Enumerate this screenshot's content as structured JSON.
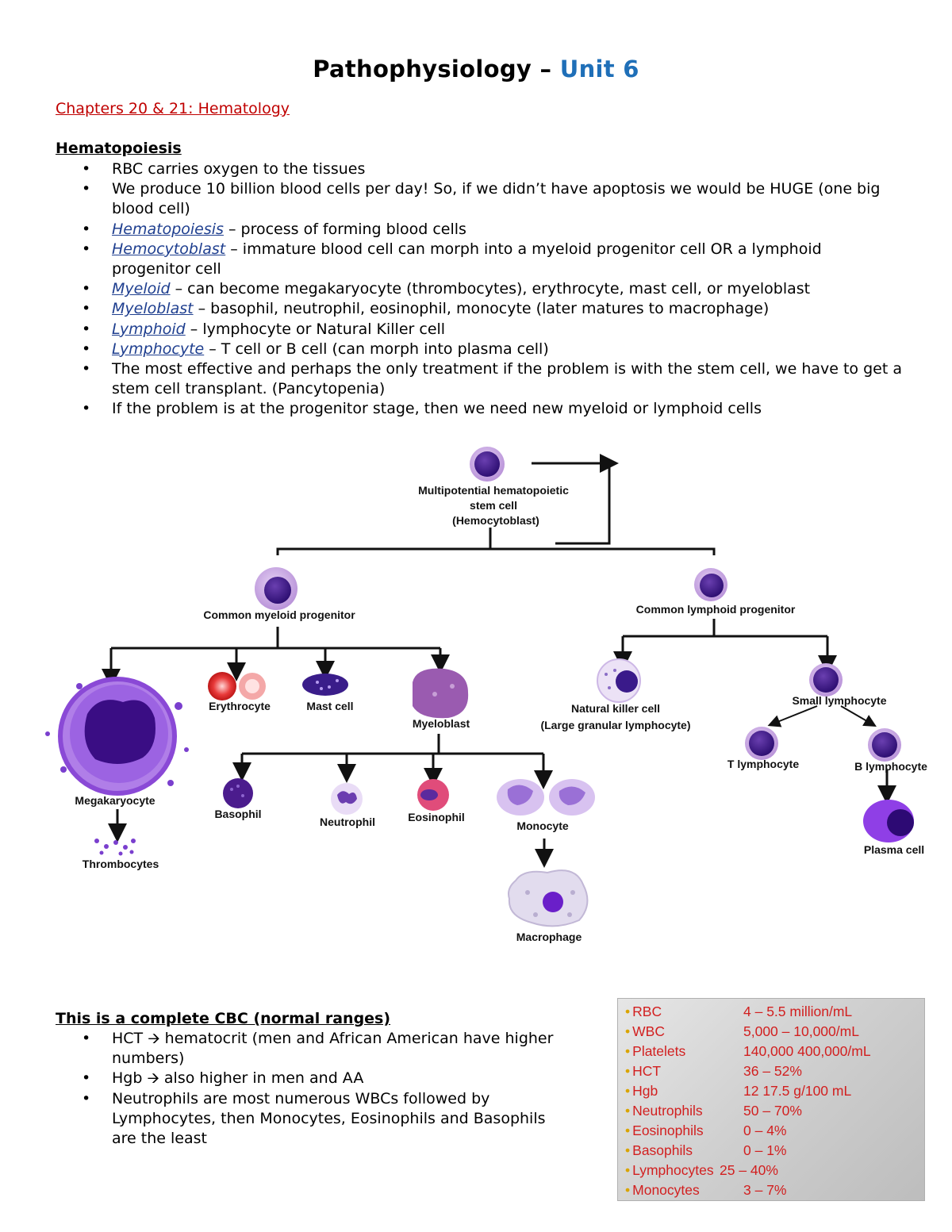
{
  "title": {
    "main": "Pathophysiology – ",
    "unit": "Unit 6"
  },
  "chapter": "Chapters 20 & 21: Hematology",
  "hematopoiesis": {
    "heading": "Hematopoiesis",
    "bullets": [
      {
        "term": "",
        "text": "RBC carries oxygen to the tissues"
      },
      {
        "term": "",
        "text": "We produce 10 billion blood cells per day! So, if we didn’t have apoptosis we would be HUGE (one big blood cell)"
      },
      {
        "term": "Hematopoiesis",
        "text": " – process of forming blood cells"
      },
      {
        "term": "Hemocytoblast",
        "text": " – immature blood cell can morph into a myeloid progenitor cell OR a lymphoid progenitor cell"
      },
      {
        "term": "Myeloid",
        "text": " – can become megakaryocyte (thrombocytes), erythrocyte, mast cell, or myeloblast"
      },
      {
        "term": "Myeloblast",
        "text": " – basophil, neutrophil, eosinophil, monocyte (later matures to macrophage)"
      },
      {
        "term": "Lymphoid",
        "text": " – lymphocyte or Natural Killer cell"
      },
      {
        "term": "Lymphocyte",
        "text": " – T cell or B cell (can morph into plasma cell)"
      },
      {
        "term": "",
        "text": "The most effective and perhaps the only treatment if the problem is with the stem cell, we have to get a stem cell transplant. (Pancytopenia)"
      },
      {
        "term": "",
        "text": "If the problem is at the progenitor stage, then we need new myeloid or lymphoid cells"
      }
    ]
  },
  "diagram": {
    "stem": [
      "Multipotential hematopoietic",
      "stem cell",
      "(Hemocytoblast)"
    ],
    "myeloid_progenitor": "Common myeloid progenitor",
    "lymphoid_progenitor": "Common lymphoid progenitor",
    "megakaryocyte": "Megakaryocyte",
    "thrombocytes": "Thrombocytes",
    "erythrocyte": "Erythrocyte",
    "mast_cell": "Mast cell",
    "myeloblast": "Myeloblast",
    "basophil": "Basophil",
    "neutrophil": "Neutrophil",
    "eosinophil": "Eosinophil",
    "monocyte": "Monocyte",
    "macrophage": "Macrophage",
    "nk_cell": [
      "Natural killer cell",
      "(Large granular lymphocyte)"
    ],
    "small_lymphocyte": "Small lymphocyte",
    "t_lymphocyte": "T lymphocyte",
    "b_lymphocyte": "B lymphocyte",
    "plasma_cell": "Plasma cell"
  },
  "cbc": {
    "heading": "This is a complete CBC (normal ranges)",
    "bullets": [
      "HCT 🡪 hematocrit (men and African American have higher numbers)",
      "Hgb 🡪 also higher in men and AA",
      "Neutrophils are most numerous WBCs followed by Lymphocytes, then Monocytes, Eosinophils and Basophils are the least"
    ],
    "table": [
      {
        "name": "RBC",
        "value": "4 – 5.5 million/mL"
      },
      {
        "name": "WBC",
        "value": "5,000 – 10,000/mL"
      },
      {
        "name": "Platelets",
        "value": "140,000   400,000/mL"
      },
      {
        "name": "HCT",
        "value": "36 – 52%"
      },
      {
        "name": "Hgb",
        "value": "12    17.5 g/100 mL"
      },
      {
        "name": "Neutrophils",
        "value": "50 – 70%"
      },
      {
        "name": "Eosinophils",
        "value": "0 – 4%"
      },
      {
        "name": "Basophils",
        "value": "0 – 1%"
      },
      {
        "name": "Lymphocytes",
        "value": "25 – 40%"
      },
      {
        "name": "Monocytes",
        "value": "3 – 7%"
      }
    ]
  }
}
